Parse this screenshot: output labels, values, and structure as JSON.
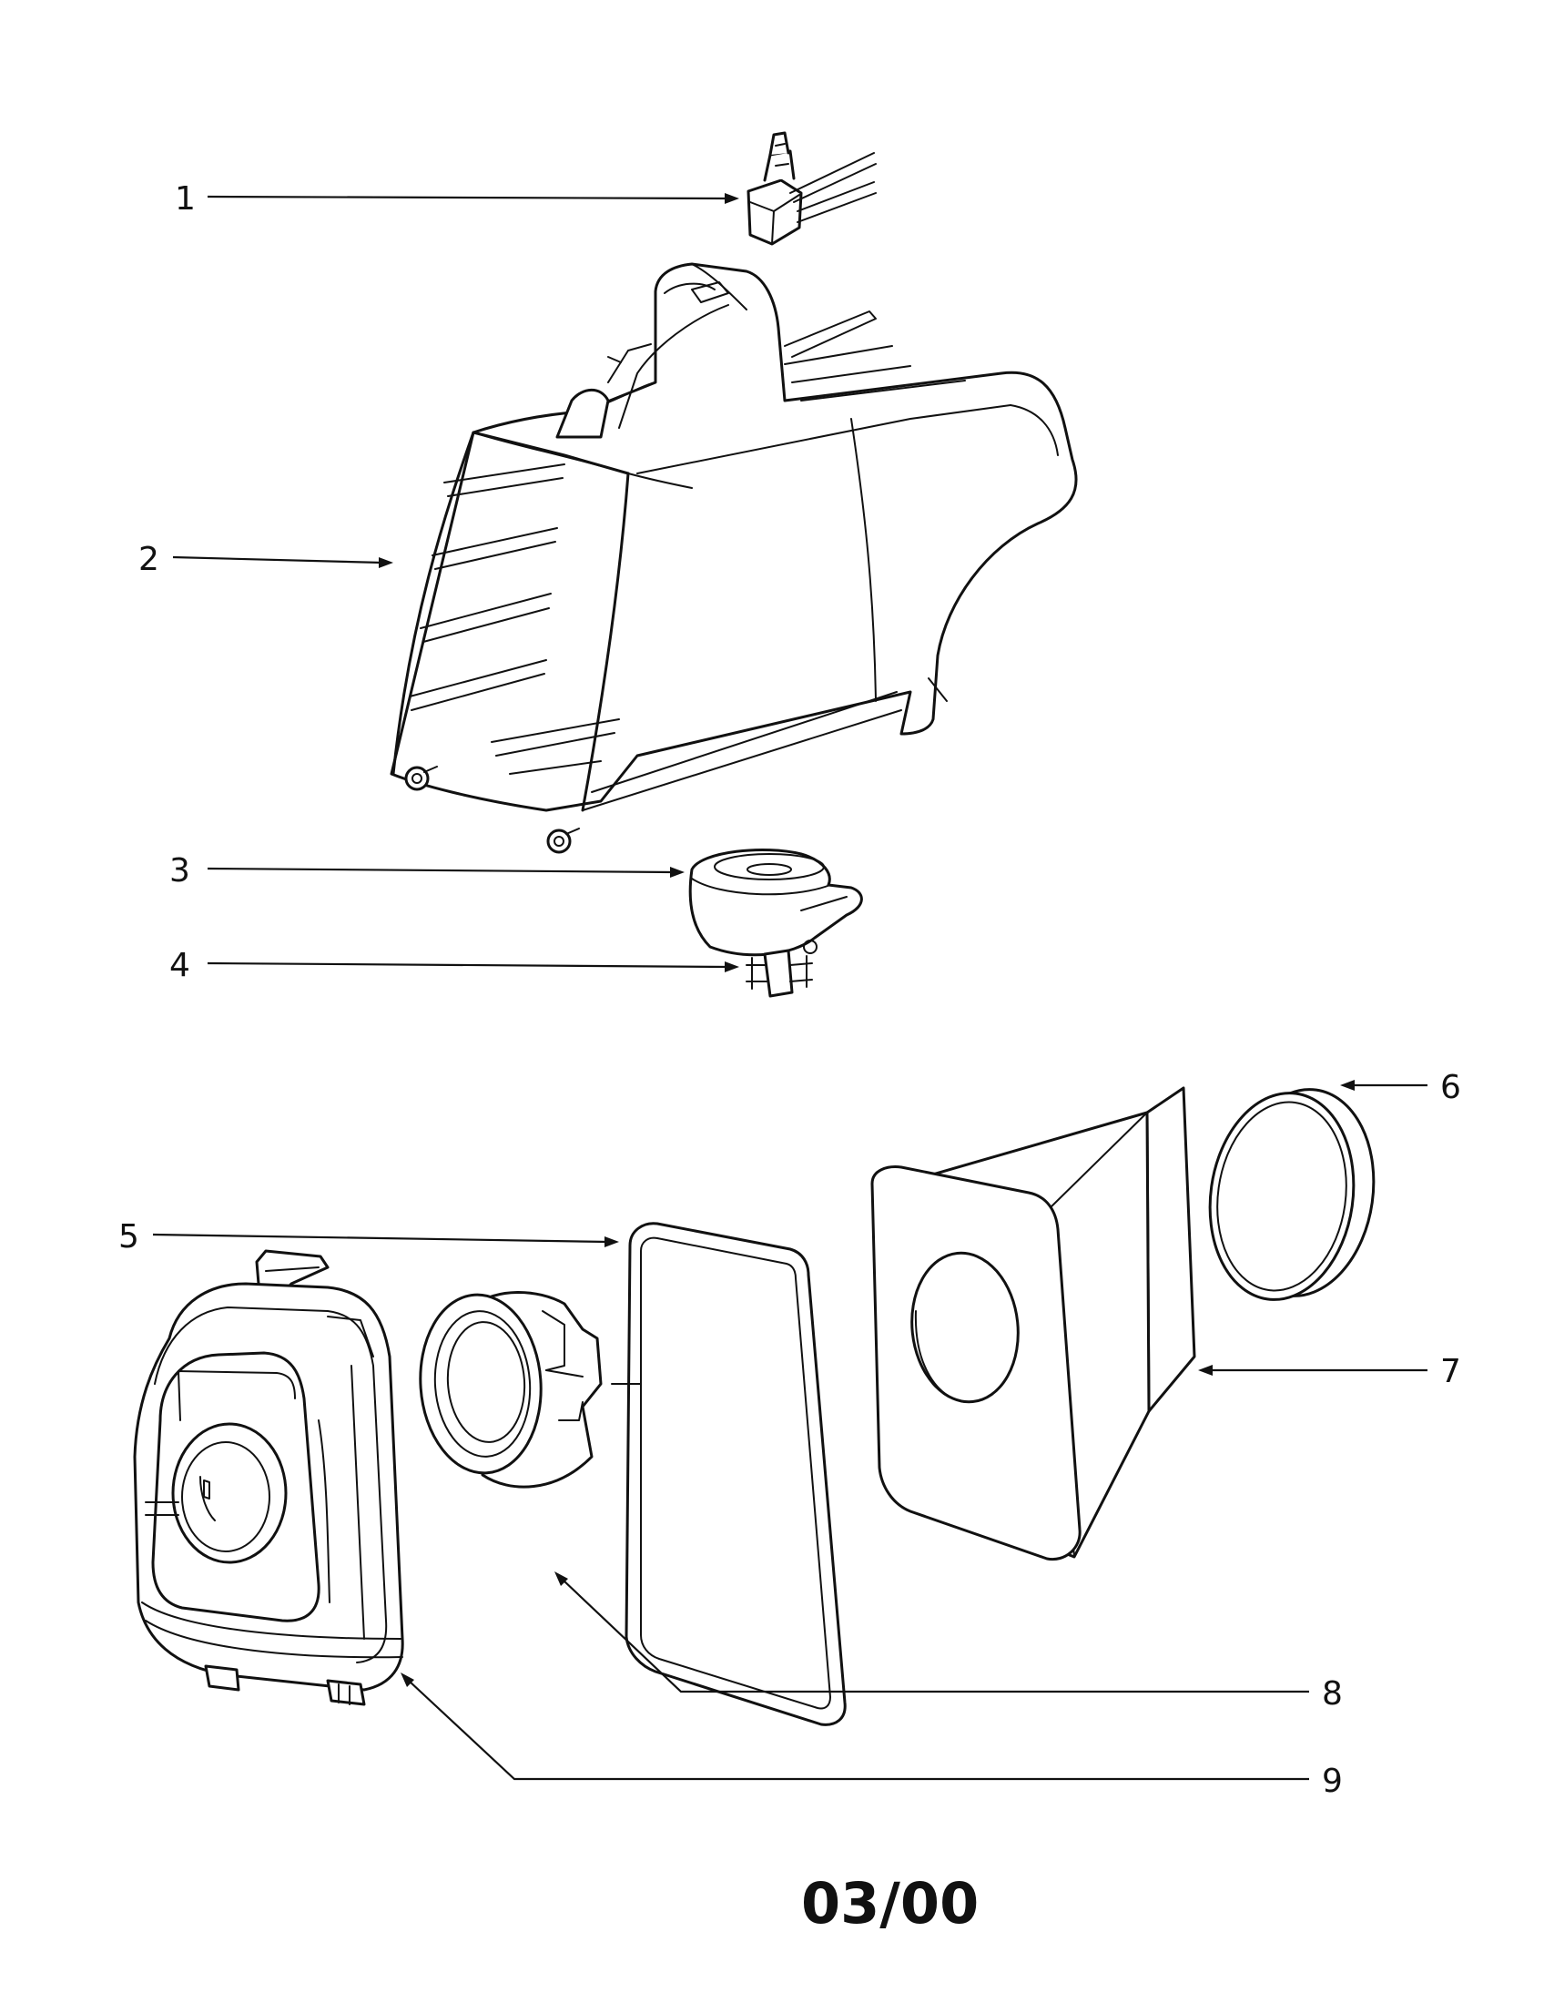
{
  "callouts": {
    "c1": "1",
    "c2": "2",
    "c3": "3",
    "c4": "4",
    "c5": "5",
    "c6": "6",
    "c7": "7",
    "c8": "8",
    "c9": "9"
  },
  "footer": {
    "date_code": "03/00"
  }
}
